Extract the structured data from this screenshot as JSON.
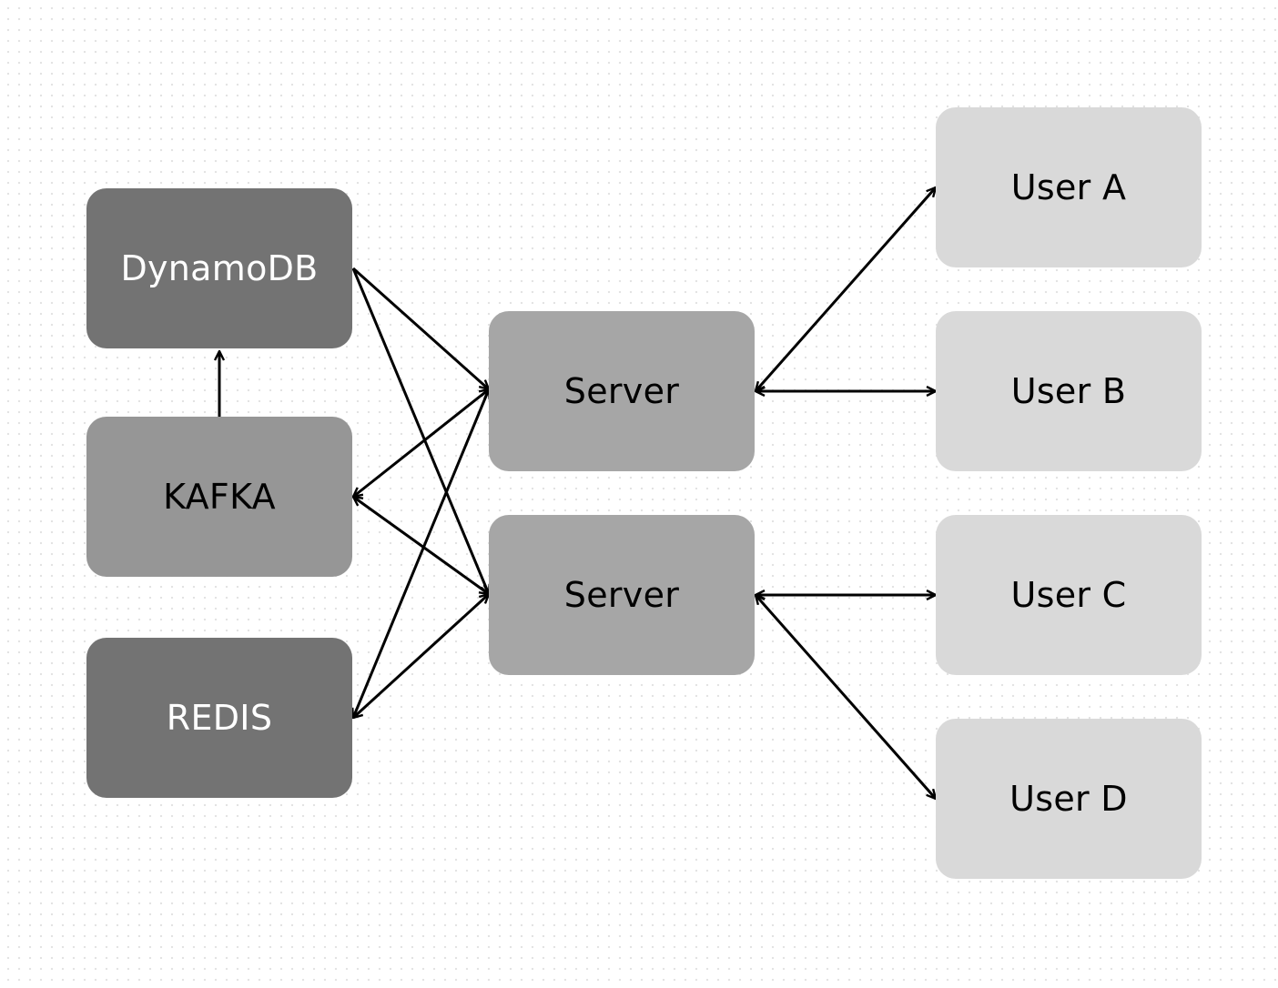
{
  "diagram": {
    "nodes": {
      "dynamodb": "DynamoDB",
      "kafka": "KAFKA",
      "redis": "REDIS",
      "server_1": "Server",
      "server_2": "Server",
      "user_a": "User A",
      "user_b": "User B",
      "user_c": "User C",
      "user_d": "User D"
    },
    "edges": [
      {
        "from": "kafka",
        "to": "dynamodb",
        "direction": "forward"
      },
      {
        "from": "dynamodb",
        "to": "server_1",
        "direction": "forward"
      },
      {
        "from": "dynamodb",
        "to": "server_2",
        "direction": "forward"
      },
      {
        "from": "kafka",
        "to": "server_1",
        "direction": "both"
      },
      {
        "from": "kafka",
        "to": "server_2",
        "direction": "both"
      },
      {
        "from": "redis",
        "to": "server_1",
        "direction": "both"
      },
      {
        "from": "redis",
        "to": "server_2",
        "direction": "both"
      },
      {
        "from": "server_1",
        "to": "user_a",
        "direction": "both"
      },
      {
        "from": "server_1",
        "to": "user_b",
        "direction": "both"
      },
      {
        "from": "server_2",
        "to": "user_c",
        "direction": "both"
      },
      {
        "from": "server_2",
        "to": "user_d",
        "direction": "both"
      }
    ],
    "colors": {
      "data_store": "#737373",
      "queue": "#969696",
      "server": "#a6a6a6",
      "user": "#d9d9d9",
      "edge": "#000000"
    }
  }
}
